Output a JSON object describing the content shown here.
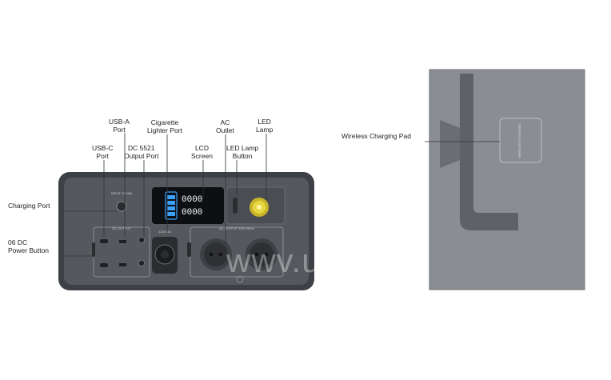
{
  "labels": {
    "usb_a": "USB-A\nPort",
    "cigarette": "Cigarette\nLighter Port",
    "ac_outlet": "AC\nOutlet",
    "led_lamp": "LED\nLamp",
    "usb_c": "USB-C\nPort",
    "dc5521": "DC 5521\nOutput Port",
    "lcd": "LCD\nScreen",
    "led_button": "LED Lamp\nButton",
    "charging_port": "Charging Port",
    "dc_power_button": "06 DC\nPower Button",
    "wireless_pad": "Wireless Charging Pad"
  },
  "panel_text": {
    "input_label": "INPUT 12V/8A",
    "dc_output": "DC OUTPUT",
    "ac_output": "AC OUTPUT 230V 50Hz",
    "car_label": "12V/10A",
    "lcd_digits_top": "0000",
    "lcd_digits_bottom": "0000",
    "pad_text": "WIRELESS CHARGING"
  },
  "watermark": "wwv.ua",
  "colors": {
    "body": "#55585d",
    "body_dark": "#3d4044",
    "lcd": "#0d0f12",
    "lcd_blue": "#3aa0ff",
    "lamp": "#e8d640",
    "side_body": "#8a8d92"
  }
}
